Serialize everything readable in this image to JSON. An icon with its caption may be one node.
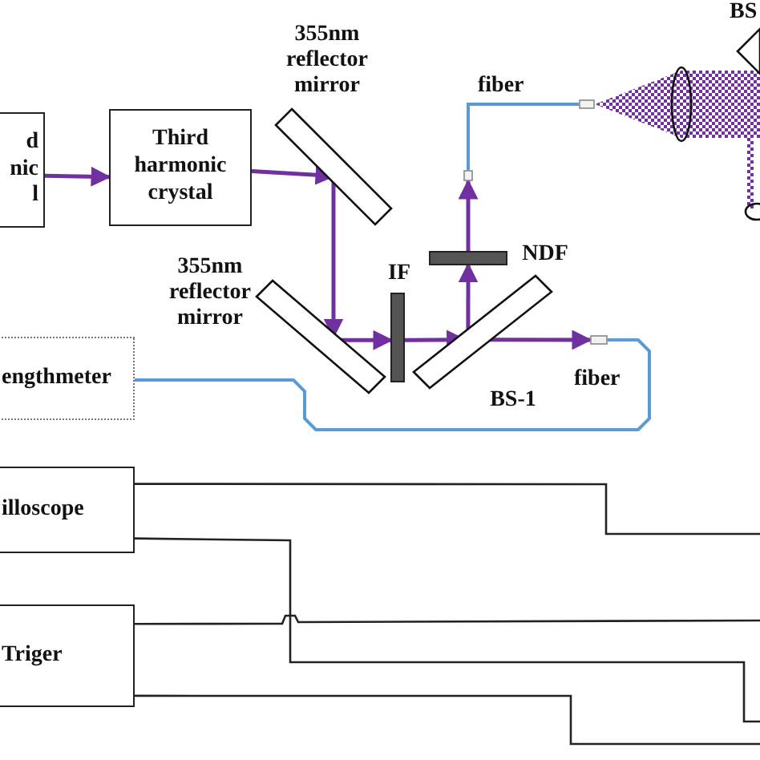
{
  "diagram": {
    "nodes": [
      {
        "text": [
          "d nic l"
        ]
      },
      {
        "text": [
          "Third harmonic crystal"
        ]
      },
      {
        "text": [],
        "shape": "mirror",
        "beside": [
          "355nm reflector mirror"
        ]
      },
      {
        "text": [],
        "shape": "mirror",
        "beside": [
          "355nm reflector mirror"
        ]
      },
      {
        "text": [],
        "shape": "bar",
        "beside": [
          "IF"
        ]
      },
      {
        "text": [],
        "shape": "mirror",
        "beside": [
          "BS-1"
        ]
      },
      {
        "text": [],
        "shape": "bar",
        "beside": [
          "NDF"
        ]
      },
      {
        "text": [],
        "shape": "box"
      },
      {
        "text": [],
        "shape": "box"
      },
      {
        "text": [],
        "shape": "box"
      },
      {
        "text": [
          "engthmeter"
        ]
      },
      {
        "text": [
          "illoscope"
        ]
      },
      {
        "text": [
          "Triger"
        ]
      }
    ],
    "edges": [
      {
        "from": 0,
        "to": 1,
        "arrow": "to"
      },
      {
        "from": 1,
        "to": 2,
        "arrow": "to"
      },
      {
        "from": 2,
        "to": 3,
        "arrow": "to"
      },
      {
        "from": 3,
        "to": 4,
        "arrow": "to"
      },
      {
        "from": 4,
        "to": 5,
        "arrow": "to"
      },
      {
        "from": 5,
        "to": 6,
        "arrow": "to"
      },
      {
        "from": 6,
        "to": 7,
        "arrow": "to"
      },
      {
        "from": 5,
        "to": 9,
        "arrow": "to"
      },
      {
        "from": 7,
        "to": 8,
        "arrow": "none",
        "color": "#5b9bd5"
      },
      {
        "from": 9,
        "to": 10,
        "arrow": "none",
        "color": "#5b9bd5"
      },
      {
        "from": 11,
        "to": null,
        "arrow": "none",
        "color": "#222222"
      },
      {
        "from": 11,
        "to": null,
        "arrow": "none",
        "color": "#222222"
      },
      {
        "from": 12,
        "to": null,
        "arrow": "none",
        "color": "#222222"
      },
      {
        "from": 12,
        "to": null,
        "arrow": "none",
        "color": "#222222"
      }
    ],
    "labels": [
      "fiber",
      "fiber",
      "BS"
    ]
  }
}
